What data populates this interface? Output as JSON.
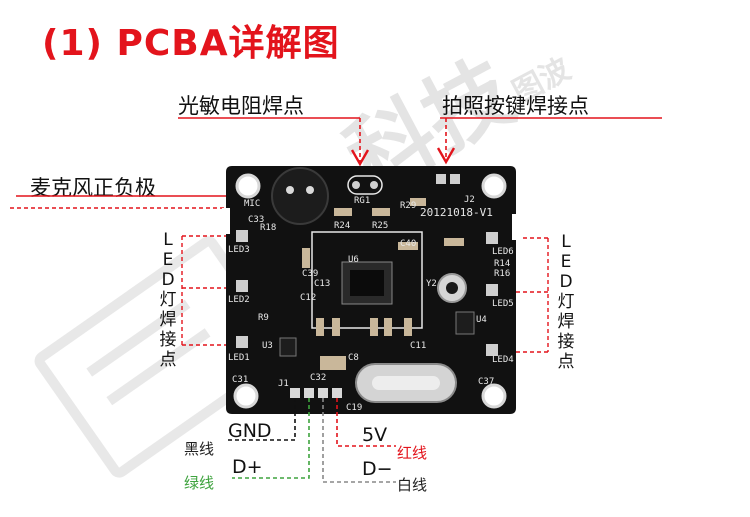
{
  "title": "(1) PCBA详解图",
  "callouts": {
    "photoresistor": "光敏电阻焊点",
    "shutter_button": "拍照按键焊接点",
    "mic": "麦克风正负极",
    "led_left": "LED灯焊接点",
    "led_right": "LED灯焊接点"
  },
  "wires": {
    "gnd": {
      "signal": "GND",
      "color_label": "黑线"
    },
    "dplus": {
      "signal": "D+",
      "color_label": "绿线"
    },
    "v5": {
      "signal": "5V",
      "color_label": "红线"
    },
    "dminus": {
      "signal": "D−",
      "color_label": "白线"
    }
  },
  "board": {
    "part_number": "20121018-V1",
    "silk": {
      "mic": "MIC",
      "rg1": "RG1",
      "r29": "R29",
      "j2": "J2",
      "c33": "C33",
      "r18": "R18",
      "r24": "R24",
      "r25": "R25",
      "c40": "C40",
      "led3": "LED3",
      "led6": "LED6",
      "r14": "R14",
      "r16": "R16",
      "c39": "C39",
      "c13": "C13",
      "u6": "U6",
      "c12": "C12",
      "y2": "Y2",
      "led2": "LED2",
      "led5": "LED5",
      "r9": "R9",
      "u4": "U4",
      "c11": "C11",
      "led1": "LED1",
      "led4": "LED4",
      "u3": "U3",
      "c8": "C8",
      "c31": "C31",
      "c37": "C37",
      "j1": "J1",
      "c32": "C32",
      "c19": "C19"
    }
  },
  "watermark": {
    "chars": "科技",
    "sub": "图波"
  },
  "colors": {
    "accent": "#e3141c",
    "board": "#111111",
    "green_wire": "#3ea33e",
    "silk": "#e8e8e8"
  }
}
